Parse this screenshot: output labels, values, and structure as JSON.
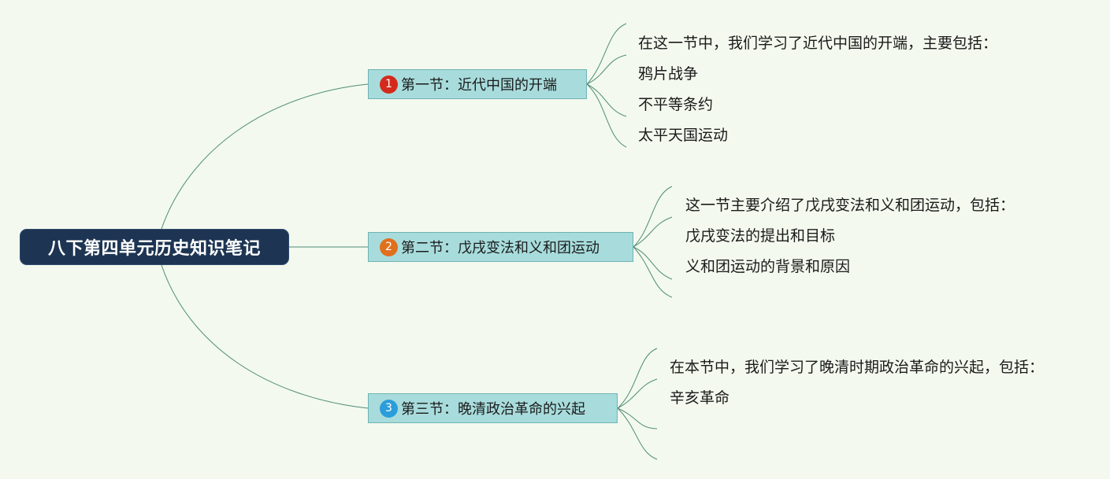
{
  "root": {
    "title": "八下第四单元历史知识笔记"
  },
  "topics": [
    {
      "number": "1",
      "badge_color": "#d42a1c",
      "title": "第一节：近代中国的开端",
      "items": [
        "在这一节中，我们学习了近代中国的开端，主要包括：",
        "鸦片战争",
        "不平等条约",
        "太平天国运动"
      ]
    },
    {
      "number": "2",
      "badge_color": "#e0701e",
      "title": "第二节：戊戌变法和义和团运动",
      "items": [
        "这一节主要介绍了戊戌变法和义和团运动，包括：",
        "戊戌变法的提出和目标",
        "义和团运动的背景和原因"
      ]
    },
    {
      "number": "3",
      "badge_color": "#2b9ddb",
      "title": "第三节：晚清政治革命的兴起",
      "items": [
        "在本节中，我们学习了晚清时期政治革命的兴起，包括：",
        "辛亥革命"
      ]
    }
  ],
  "colors": {
    "background": "#f3f9ee",
    "root_fill": "#1d3553",
    "topic_fill": "#a8dcdc",
    "connector": "#4e8c78"
  }
}
